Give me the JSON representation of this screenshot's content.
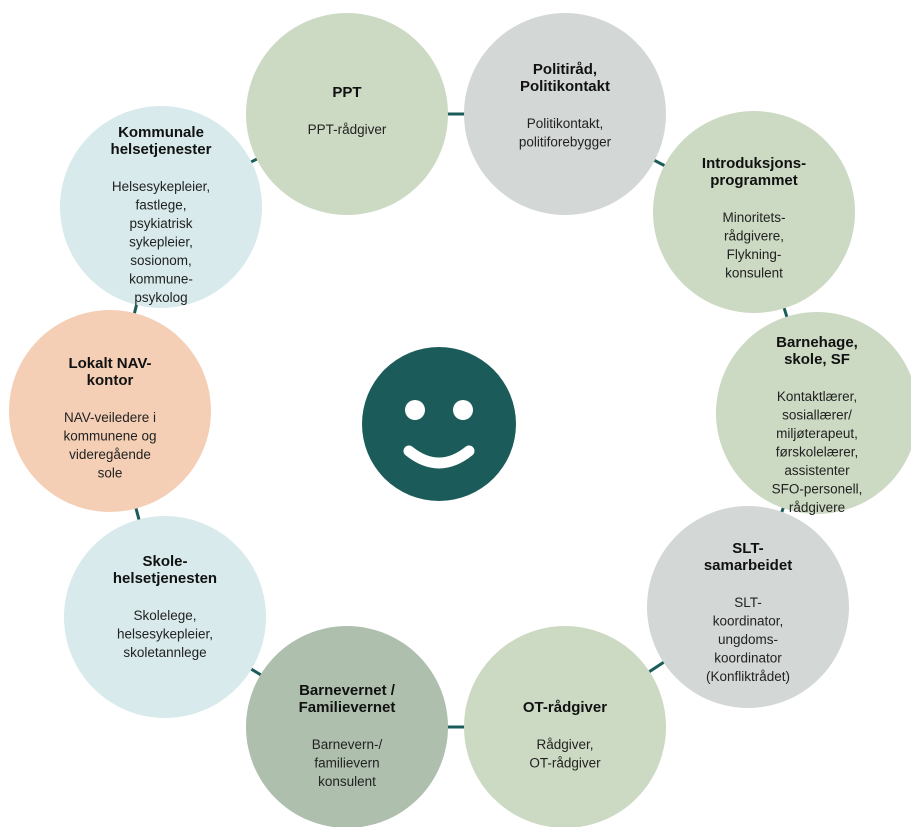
{
  "colors": {
    "connector": "#1b5c5a",
    "center": "#1b5c5a",
    "face_features": "#ffffff"
  },
  "center": {
    "icon": "smiley-face-icon"
  },
  "nodes": [
    {
      "id": "ppt",
      "title": [
        "PPT"
      ],
      "desc": [
        "PPT-rådgiver"
      ],
      "color": "#ccd9c3"
    },
    {
      "id": "politirad",
      "title": [
        "Politiråd,",
        "Politikontakt"
      ],
      "desc": [
        "Politikontakt,",
        "politiforebygger"
      ],
      "color": "#d3d7d5"
    },
    {
      "id": "introduksjonsprogrammet",
      "title": [
        "Introduksjons-",
        "programmet"
      ],
      "desc": [
        "Minoritets-",
        "rådgivere,",
        "Flykning-",
        "konsulent"
      ],
      "color": "#ccd9c3"
    },
    {
      "id": "barnehage",
      "title": [
        "Barnehage,",
        "skole, SF"
      ],
      "desc": [
        "Kontaktlærer,",
        "sosiallærer/",
        "miljøterapeut,",
        "førskolelærer,",
        "assistenter",
        "SFO-personell,",
        "rådgivere"
      ],
      "color": "#ccd9c3"
    },
    {
      "id": "slt",
      "title": [
        "SLT-",
        "samarbeidet"
      ],
      "desc": [
        "SLT-",
        "koordinator,",
        "ungdoms-",
        "koordinator",
        "(Konfliktrådet)"
      ],
      "color": "#d3d7d5"
    },
    {
      "id": "ot",
      "title": [
        "OT-rådgiver"
      ],
      "desc": [
        "Rådgiver,",
        "OT-rådgiver"
      ],
      "color": "#ccd9c3"
    },
    {
      "id": "barnevernet",
      "title": [
        "Barnevernet /",
        "Familievernet"
      ],
      "desc": [
        "Barnevern-/",
        "familievern",
        "konsulent"
      ],
      "color": "#aebfad"
    },
    {
      "id": "skolehelsetjenesten",
      "title": [
        "Skole-",
        "helsetjenesten"
      ],
      "desc": [
        "Skolelege,",
        "helsesykepleier,",
        "skoletannlege"
      ],
      "color": "#d8eaeb"
    },
    {
      "id": "nav",
      "title": [
        "Lokalt NAV-",
        "kontor"
      ],
      "desc": [
        "NAV-veiledere i",
        "kommunene og",
        "videregående",
        "sole"
      ],
      "color": "#f4cfb6"
    },
    {
      "id": "kommunale",
      "title": [
        "Kommunale",
        "helsetjenester"
      ],
      "desc": [
        "Helsesykepleier,",
        "fastlege,",
        "psykiatrisk",
        "sykepleier,",
        "sosionom,",
        "kommune-",
        "psykolog"
      ],
      "color": "#d8eaeb"
    }
  ]
}
